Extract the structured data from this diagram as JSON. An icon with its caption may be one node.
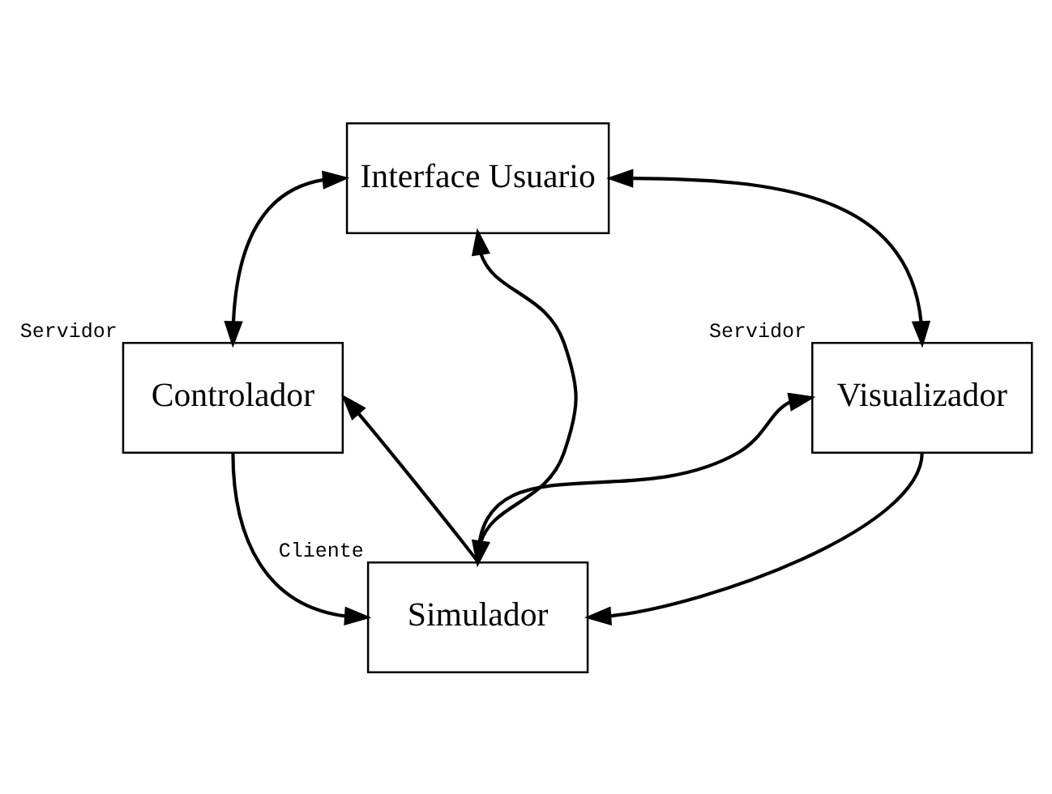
{
  "diagram": {
    "nodes": [
      {
        "text": [
          "Interface Usuario"
        ]
      },
      {
        "text": [
          "Controlador"
        ],
        "beside": [
          "Servidor"
        ]
      },
      {
        "text": [
          "Visualizador"
        ],
        "beside": [
          "Servidor"
        ]
      },
      {
        "text": [
          "Simulador"
        ],
        "beside": [
          "Cliente"
        ]
      }
    ],
    "edges": [
      {
        "from": 0,
        "to": 1,
        "arrow": "both"
      },
      {
        "from": 0,
        "to": 2,
        "arrow": "both"
      },
      {
        "from": 0,
        "to": 3,
        "arrow": "both"
      },
      {
        "from": 3,
        "to": 1,
        "arrow": "to"
      },
      {
        "from": 3,
        "to": 2,
        "arrow": "to"
      },
      {
        "from": 1,
        "to": 3,
        "arrow": "to"
      },
      {
        "from": 2,
        "to": 3,
        "arrow": "to"
      }
    ]
  }
}
